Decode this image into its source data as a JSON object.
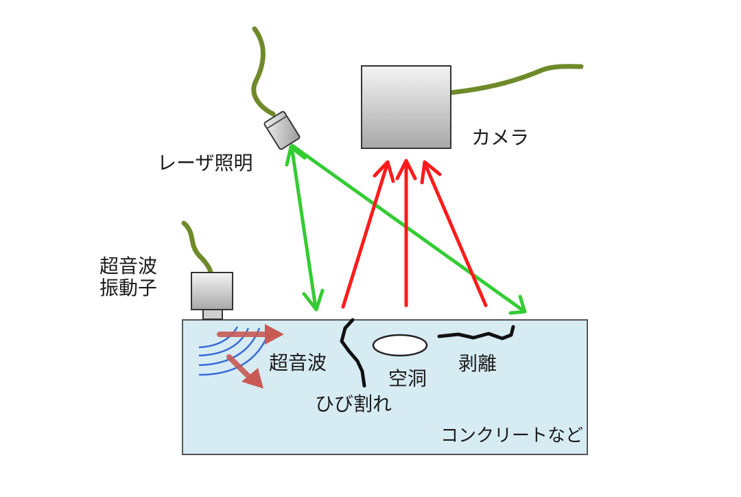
{
  "labels": {
    "camera": "カメラ",
    "laser": "レーザ照明",
    "transducer_line1": "超音波",
    "transducer_line2": "振動子",
    "ultrasound": "超音波",
    "crack": "ひび割れ",
    "void": "空洞",
    "delamination": "剥離",
    "material": "コンクリートなど"
  },
  "colors": {
    "cable": "#6f8a2b",
    "laser_beam": "#33cc33",
    "reflected_light": "#ff1a1a",
    "ultrasound_arrow": "#c85a55",
    "wave": "#3a6bd6",
    "specimen_fill": "#d7ebf3",
    "specimen_stroke": "#555555"
  },
  "icons": {
    "camera": "camera-icon",
    "laser": "laser-icon",
    "transducer": "transducer-icon"
  }
}
